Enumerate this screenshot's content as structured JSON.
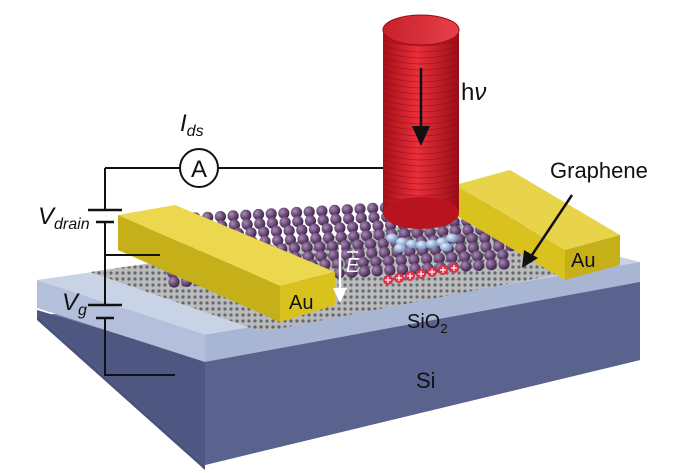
{
  "labels": {
    "photon_energy": {
      "main": "h",
      "sub": "ν"
    },
    "current": {
      "main": "I",
      "sub": "ds"
    },
    "ammeter": "A",
    "drain_voltage": {
      "main": "V",
      "sub": "drain"
    },
    "gate_voltage": {
      "main": "V",
      "sub": "g"
    },
    "graphene": "Graphene",
    "electrode_left": "Au",
    "electrode_right": "Au",
    "field": "E",
    "oxide": {
      "main": "SiO",
      "sub": "2"
    },
    "substrate": "Si"
  },
  "colors": {
    "laser": "#d41f2a",
    "gold": "#d9c21e",
    "oxide_top": "#c9d3e6",
    "oxide_side": "#b4c0db",
    "silicon_front": "#5a628e",
    "silicon_top": "#6f77a0",
    "quantum_dots": "#6b4a78",
    "electrons": "#9fb6da",
    "holes": "#e0304a"
  }
}
